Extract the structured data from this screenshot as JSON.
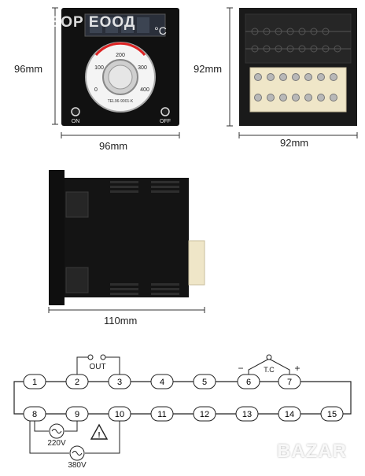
{
  "watermark_text": "АЛЕВОР ЕООД",
  "bazar_text": "BAZAR",
  "front": {
    "width_label": "96mm",
    "height_label": "96mm",
    "unit_label": "°C",
    "dial_labels": [
      "0",
      "100",
      "200",
      "300",
      "400"
    ],
    "model_label": "TEL96-9001-K",
    "on_label": "ON",
    "off_label": "OFF"
  },
  "back": {
    "width_label": "92mm",
    "height_label": "92mm"
  },
  "side": {
    "depth_label": "110mm"
  },
  "wiring": {
    "terminals_top": [
      "1",
      "2",
      "3",
      "4",
      "5",
      "6",
      "7"
    ],
    "terminals_bottom": [
      "8",
      "9",
      "10",
      "11",
      "12",
      "13",
      "14",
      "15"
    ],
    "out_label": "OUT",
    "tc_label": "T.C",
    "minus_label": "−",
    "plus_label": "+",
    "v220_label": "220V",
    "v380_label": "380V",
    "warning_symbol": "!"
  },
  "colors": {
    "panel": "#111111",
    "display": "#2a2f3a",
    "terminal_block": "#efe6c8",
    "screw": "#b8b8b8"
  }
}
